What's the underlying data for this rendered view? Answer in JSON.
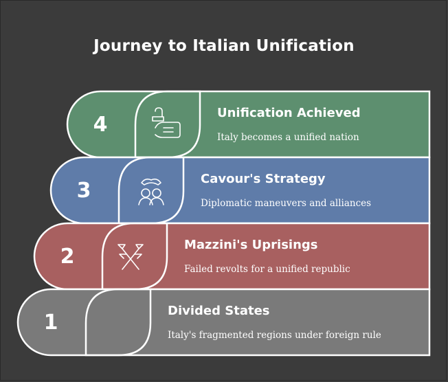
{
  "title": "Journey to Italian Unification",
  "colors": {
    "background": "#3b3b3b",
    "step1": "#7a7a7a",
    "step2": "#a86060",
    "step3": "#5f7ca9",
    "step4": "#5d8f6f",
    "outline": "#ffffff"
  },
  "steps": [
    {
      "number": "1",
      "title": "Divided States",
      "description": "Italy's fragmented regions under foreign rule",
      "icon": "none"
    },
    {
      "number": "2",
      "title": "Mazzini's Uprisings",
      "description": "Failed revolts for a unified republic",
      "icon": "crossed-flags-icon"
    },
    {
      "number": "3",
      "title": "Cavour's Strategy",
      "description": "Diplomatic maneuvers and alliances",
      "icon": "two-people-icon"
    },
    {
      "number": "4",
      "title": "Unification Achieved",
      "description": "Italy becomes a unified nation",
      "icon": "waving-hand-icon"
    }
  ]
}
